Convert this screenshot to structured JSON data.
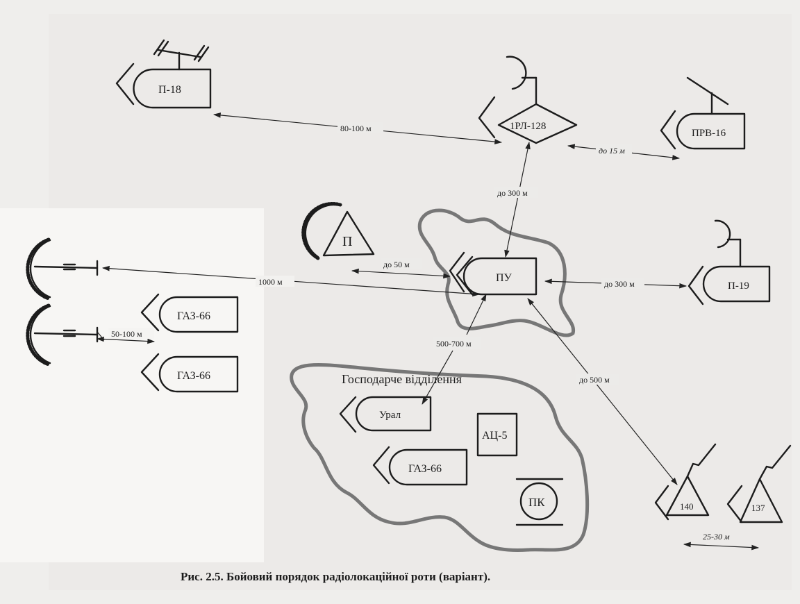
{
  "units": {
    "p18": "П-18",
    "rl128": "1РЛ-128",
    "prv16": "ПРВ-16",
    "p": "П",
    "pu": "ПУ",
    "p19": "П-19",
    "gaz66_a": "ГАЗ-66",
    "gaz66_b": "ГАЗ-66",
    "ural": "Урал",
    "ats5": "АЦ-5",
    "gaz66_c": "ГАЗ-66",
    "pk": "ПК",
    "r140": "140",
    "r137": "137"
  },
  "areas": {
    "household": "Господарче відділення"
  },
  "distances": {
    "p18_rl128": "80-100 м",
    "rl128_prv16": "до 15 м",
    "rl128_pu": "до 300 м",
    "p_pu": "до 50 м",
    "pu_p19": "до 300 м",
    "left_pu": "1000 м",
    "gaz_gaz": "50-100 м",
    "pu_ural": "500-700 м",
    "pu_radio": "до 500 м",
    "radio_radio": "25-30 м"
  },
  "caption": "Рис. 2.5. Бойовий порядок радіолокаційної роти (варіант)."
}
